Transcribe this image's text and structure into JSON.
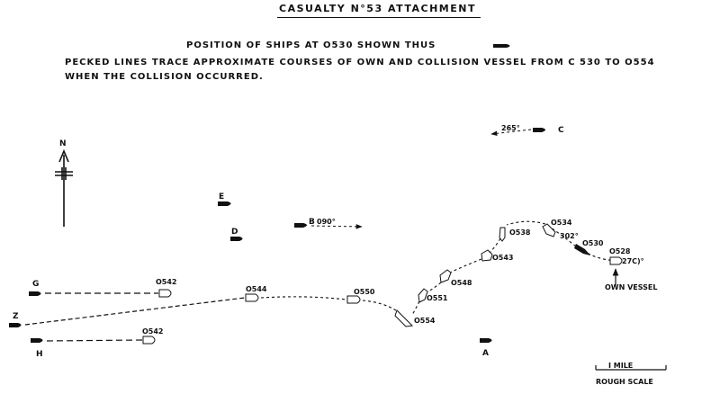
{
  "title": "CASUALTY  N°53  ATTACHMENT",
  "legend": {
    "position_text": "POSITION  OF  SHIPS  AT  O530  SHOWN  THUS",
    "pecked_text": "PECKED  LINES  TRACE  APPROXIMATE  COURSES  OF  OWN  AND  COLLISION  VESSEL  FROM  C 530  TO  O554",
    "pecked_text_2": "WHEN  THE  COLLISION  OCCURRED."
  },
  "north_label": "N",
  "ships": {
    "a": "A",
    "b": "B",
    "c": "C",
    "d": "D",
    "e": "E",
    "g": "G",
    "h": "H",
    "z": "Z"
  },
  "headings": {
    "c": "265°",
    "b": "090°",
    "own_1": "302°",
    "own_2": "27C)°"
  },
  "times": {
    "g_0542": "O542",
    "h_0542": "O542",
    "t0544": "O544",
    "t0550": "O550",
    "t0554": "O554",
    "t0551": "O551",
    "t0548": "O548",
    "t0543": "O543",
    "t0538": "O538",
    "t0534": "O534",
    "t0530": "O530",
    "t0528": "O528"
  },
  "own_vessel_label": "OWN  VESSEL",
  "scale": {
    "label": "I MILE",
    "caption": "ROUGH  SCALE"
  }
}
